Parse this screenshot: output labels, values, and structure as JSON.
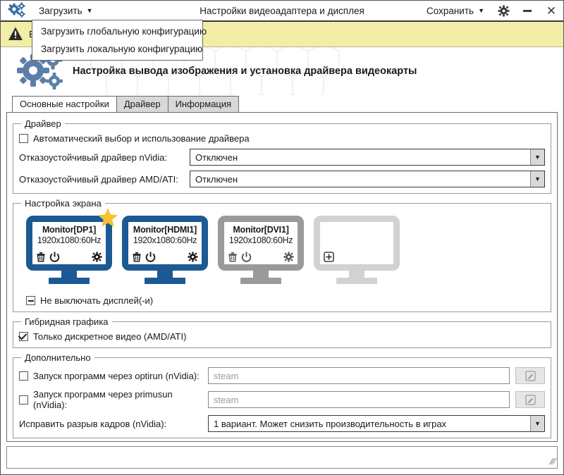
{
  "window": {
    "title": "Настройки видеоадаптера и дисплея",
    "app_icon": "gears-icon",
    "minimize_icon": "minimize-icon",
    "close_icon": "close-icon",
    "settings_icon": "gear-icon"
  },
  "titlebar": {
    "load_label": "Загрузить",
    "save_label": "Сохранить",
    "caret": "▼"
  },
  "load_menu": {
    "items": [
      {
        "label": "Загрузить глобальную конфигурацию"
      },
      {
        "label": "Загрузить локальную конфигурацию"
      }
    ]
  },
  "banner": {
    "icon": "warning-triangle-icon",
    "text": "В",
    "color": "#f2eea8"
  },
  "header": {
    "title": "Настройка вывода изображения и установка драйвера видеокарты",
    "icon": "gears-icon",
    "accent": "#5b7fa8"
  },
  "tabs": [
    {
      "label": "Основные настройки",
      "active": true
    },
    {
      "label": "Драйвер",
      "active": false
    },
    {
      "label": "Информация",
      "active": false
    }
  ],
  "driver_group": {
    "legend": "Драйвер",
    "auto_checkbox": {
      "label": "Автоматический выбор и использование драйвера",
      "state": "unchecked"
    },
    "nvidia": {
      "label": "Отказоустойчивый драйвер nVidia:",
      "value": "Отключен"
    },
    "amd": {
      "label": "Отказоустойчивый драйвер AMD/ATI:",
      "value": "Отключен"
    }
  },
  "screen_group": {
    "legend": "Настройка экрана",
    "monitors": [
      {
        "name": "Monitor[DP1]",
        "resolution": "1920x1080:60Hz",
        "state": "primary",
        "primary": true,
        "color": "#1b5a94"
      },
      {
        "name": "Monitor[HDMI1]",
        "resolution": "1920x1080:60Hz",
        "state": "enabled",
        "primary": false,
        "color": "#1b5a94"
      },
      {
        "name": "Monitor[DVI1]",
        "resolution": "1920x1080:60Hz",
        "state": "disabled",
        "primary": false,
        "color": "#9a9a9a"
      },
      {
        "name": "",
        "resolution": "",
        "state": "empty",
        "primary": false,
        "color": "#d2d2d2"
      }
    ],
    "monitor_icons": {
      "delete": "trash-icon",
      "power": "power-icon",
      "settings": "gear-icon",
      "add": "plus-box-icon",
      "primary_badge": "star-icon"
    },
    "keep_on_checkbox": {
      "label": "Не выключать дисплей(-и)",
      "state": "indeterminate"
    }
  },
  "hybrid_group": {
    "legend": "Гибридная графика",
    "discrete_checkbox": {
      "label": "Только дискретное видео (AMD/ATI)",
      "state": "checked"
    }
  },
  "extra_group": {
    "legend": "Дополнительно",
    "optirun": {
      "label": "Запуск программ через optirun (nVidia):",
      "state": "unchecked",
      "placeholder": "steam",
      "edit_icon": "pencil-box-icon"
    },
    "primusrun": {
      "label": "Запуск программ через primusun (nVidia):",
      "state": "unchecked",
      "placeholder": "steam",
      "edit_icon": "pencil-box-icon"
    },
    "tearfree": {
      "label": "Исправить разрыв кадров (nVidia):",
      "value": "1 вариант. Может снизить производительность в играх"
    }
  },
  "statusbar": {
    "grip": "///"
  }
}
